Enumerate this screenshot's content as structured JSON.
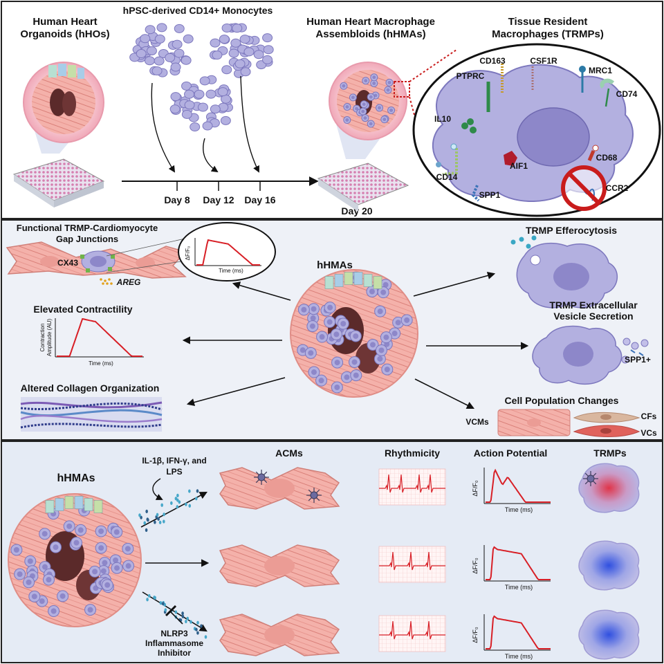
{
  "panel1": {
    "title_hho": [
      "Human Heart",
      "Organoids (hHOs)"
    ],
    "title_monocytes": "hPSC-derived CD14+ Monocytes",
    "title_hhma": [
      "Human Heart Macrophage",
      "Assembloids (hHMAs)"
    ],
    "title_trmp": [
      "Tissue Resident",
      "Macrophages (TRMPs)"
    ],
    "days": [
      "Day 8",
      "Day 12",
      "Day 16",
      "Day 20"
    ],
    "markers": {
      "cd163": "CD163",
      "csf1r": "CSF1R",
      "mrc1": "MRC1",
      "ptprc": "PTPRC",
      "cd74": "CD74",
      "il10": "IL10",
      "cd68": "CD68",
      "aif1": "AIF1",
      "cd14": "CD14",
      "spp1": "SPP1",
      "ccr2": "CCR2"
    }
  },
  "panel2": {
    "gap_title": [
      "Functional TRMP-Cardiomyocyte",
      "Gap Junctions"
    ],
    "cx43": "CX43",
    "areg": "AREG",
    "df_label": "ΔF/F₀",
    "time_label": "Time (ms)",
    "center_label": "hHMAs",
    "contractility_title": "Elevated Contractility",
    "contraction_ylabel": [
      "Contraction",
      "Amplitude (AU)"
    ],
    "collagen_title": "Altered Collagen Organization",
    "efferocytosis_title": "TRMP Efferocytosis",
    "ev_title": [
      "TRMP Extracellular",
      "Vesicle Secretion"
    ],
    "spp1_plus": "SPP1+",
    "population_title": "Cell Population Changes",
    "vcms": "VCMs",
    "cfs": "CFs",
    "vcs": "VCs"
  },
  "panel3": {
    "hhmas": "hHMAs",
    "stimuli": [
      "IL-1β, IFN-γ, and",
      "LPS"
    ],
    "inhibitor": [
      "NLRP3",
      "Inflammasome",
      "Inhibitor"
    ],
    "acms": "ACMs",
    "rhythmicity": "Rhythmicity",
    "action_potential": "Action Potential",
    "trmps": "TRMPs",
    "df_label": "ΔF/F₀",
    "time_label": "Time (ms)"
  },
  "colors": {
    "macrophage": "#b3b0e0",
    "nucleus": "#8d87c9",
    "cardiomyocyte": "#f2a39f",
    "trace": "#d81f26",
    "panel_bg_mid": "#eef1f7",
    "panel_bg_bottom": "#e5ebf5",
    "inflamed": "#e0354a",
    "calm": "#3b5fd8"
  }
}
